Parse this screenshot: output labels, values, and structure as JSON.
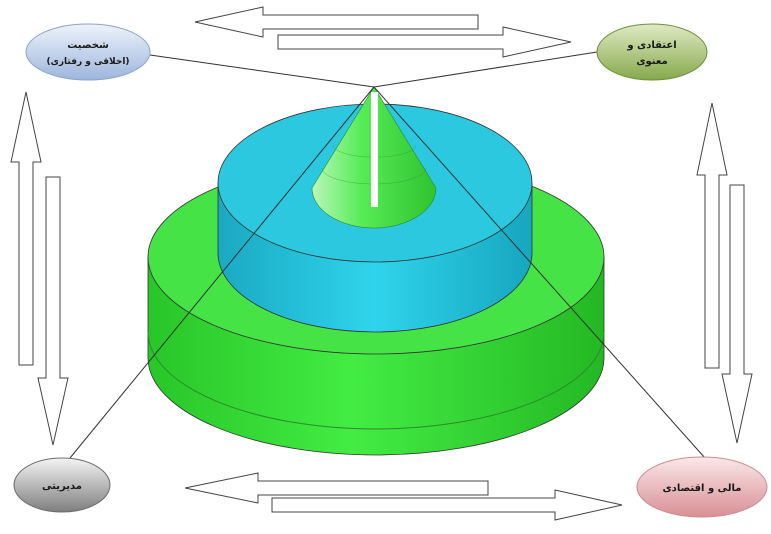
{
  "nodes": {
    "top_left": {
      "line1": "شخصیت",
      "line2": "(اخلاقی و رفتاری)"
    },
    "top_right": {
      "line1": "اعتقادی و",
      "line2": "معنوی"
    },
    "bottom_left": {
      "line1": "مدیریتی"
    },
    "bottom_right": {
      "line1": "مالی و اقتصادی"
    }
  },
  "colors": {
    "top_left_node": "#b9cde8",
    "top_right_node": "#a9c47a",
    "bottom_left_node": "#9a9a9a",
    "bottom_right_node": "#e8b0b4",
    "base_tier": "#3ee23e",
    "middle_tier": "#24c3db",
    "cone": "#49e649"
  }
}
